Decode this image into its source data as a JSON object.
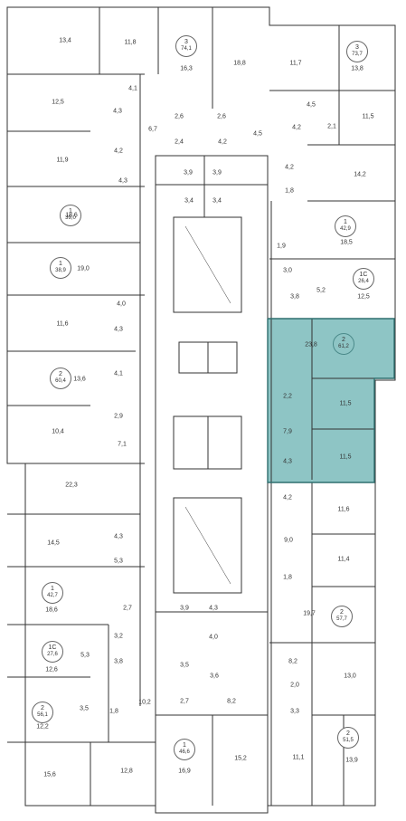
{
  "floor_plan": {
    "highlight_color": "#8ec5c5",
    "wall_color": "#333333",
    "apartments": [
      {
        "rooms": "3",
        "area": "74,1"
      },
      {
        "rooms": "3",
        "area": "73,7"
      },
      {
        "rooms": "1",
        "area": "39,0"
      },
      {
        "rooms": "1",
        "area": "42,9"
      },
      {
        "rooms": "1",
        "area": "38,9"
      },
      {
        "rooms": "1С",
        "area": "26,4"
      },
      {
        "rooms": "2",
        "area": "61,2",
        "highlighted": true
      },
      {
        "rooms": "2",
        "area": "60,4"
      },
      {
        "rooms": "1",
        "area": "42,7"
      },
      {
        "rooms": "2",
        "area": "57,7"
      },
      {
        "rooms": "1С",
        "area": "27,6"
      },
      {
        "rooms": "2",
        "area": "56,1"
      },
      {
        "rooms": "2",
        "area": "51,5"
      },
      {
        "rooms": "1",
        "area": "46,6"
      }
    ],
    "room_areas": [
      "13,4",
      "11,8",
      "16,3",
      "18,8",
      "11,7",
      "13,8",
      "4,1",
      "12,5",
      "4,5",
      "11,5",
      "2,6",
      "2,6",
      "4,3",
      "6,7",
      "4,5",
      "4,2",
      "2,1",
      "2,4",
      "4,2",
      "11,9",
      "4,2",
      "14,2",
      "4,3",
      "4,2",
      "3,9",
      "3,9",
      "3,4",
      "3,4",
      "18,6",
      "1,8",
      "18,5",
      "1,9",
      "19,0",
      "3,0",
      "5,2",
      "12,5",
      "3,8",
      "4,0",
      "11,6",
      "23,8",
      "4,3",
      "4,1",
      "13,6",
      "2,2",
      "11,5",
      "2,9",
      "10,4",
      "7,9",
      "7,1",
      "11,5",
      "4,3",
      "22,3",
      "4,2",
      "11,6",
      "14,5",
      "4,3",
      "9,0",
      "11,4",
      "5,3",
      "1,8",
      "18,6",
      "2,7",
      "3,9",
      "4,3",
      "19,7",
      "4,0",
      "3,2",
      "12,6",
      "5,3",
      "3,8",
      "3,5",
      "3,6",
      "8,2",
      "2,0",
      "13,0",
      "3,5",
      "1,8",
      "10,2",
      "2,7",
      "8,2",
      "3,3",
      "12,2",
      "11,1",
      "13,9",
      "15,6",
      "12,8",
      "16,9",
      "15,2"
    ]
  }
}
